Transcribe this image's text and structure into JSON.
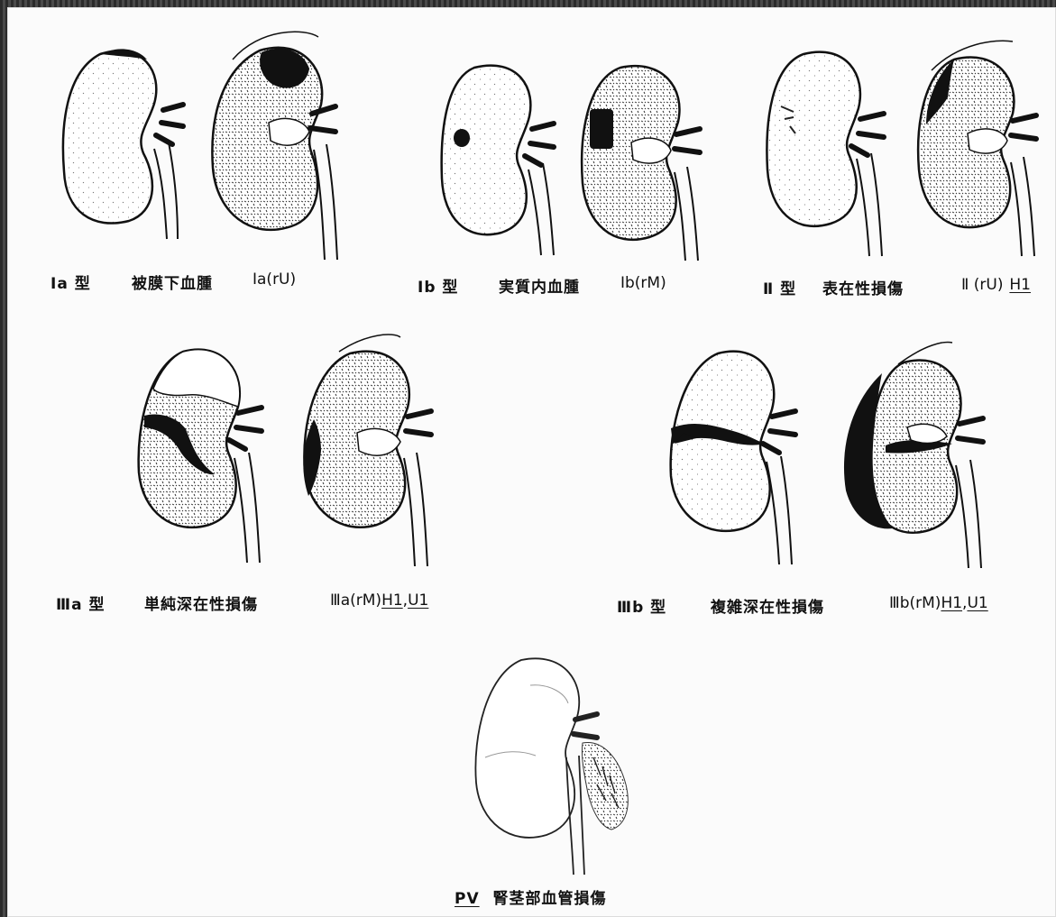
{
  "row1": {
    "ia": {
      "type": "Ⅰa 型",
      "name": "被膜下血腫",
      "code": "Ⅰa(rU)"
    },
    "ib": {
      "type": "Ⅰb 型",
      "name": "実質内血腫",
      "code": "Ⅰb(rM)"
    },
    "ii": {
      "type": "Ⅱ 型",
      "name": "表在性損傷",
      "code_prefix": "Ⅱ (rU)",
      "code_u": "H1"
    }
  },
  "row2": {
    "iiia": {
      "type": "Ⅲa 型",
      "name": "単純深在性損傷",
      "code_prefix": "Ⅲa(rM)",
      "code_u1": "H1",
      "sep": ",",
      "code_u2": "U1"
    },
    "iiib": {
      "type": "Ⅲb 型",
      "name": "複雑深在性損傷",
      "code_prefix": "Ⅲb(rM)",
      "code_u1": "H1",
      "sep": ",",
      "code_u2": "U1"
    }
  },
  "row3": {
    "pv": {
      "code": "PV",
      "name": "腎茎部血管損傷"
    }
  },
  "colors": {
    "ink": "#111111",
    "paper": "#fbfbfb",
    "hatch": "#444444"
  }
}
